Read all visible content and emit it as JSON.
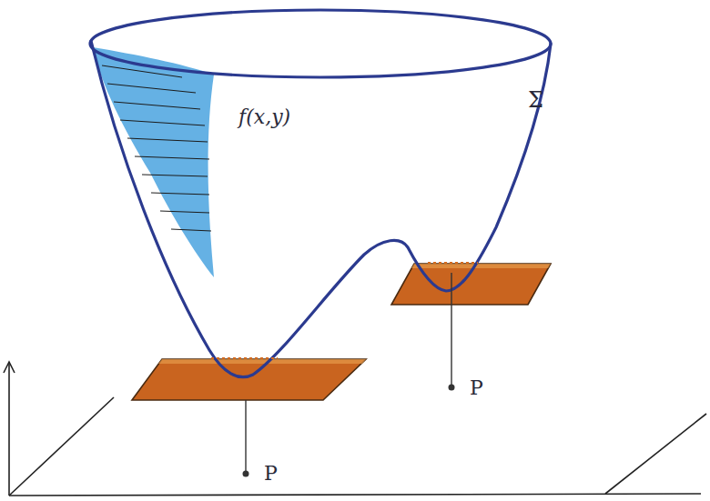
{
  "diagram": {
    "labels": [
      "f(x,y)",
      "Σ",
      "P",
      "P"
    ]
  }
}
